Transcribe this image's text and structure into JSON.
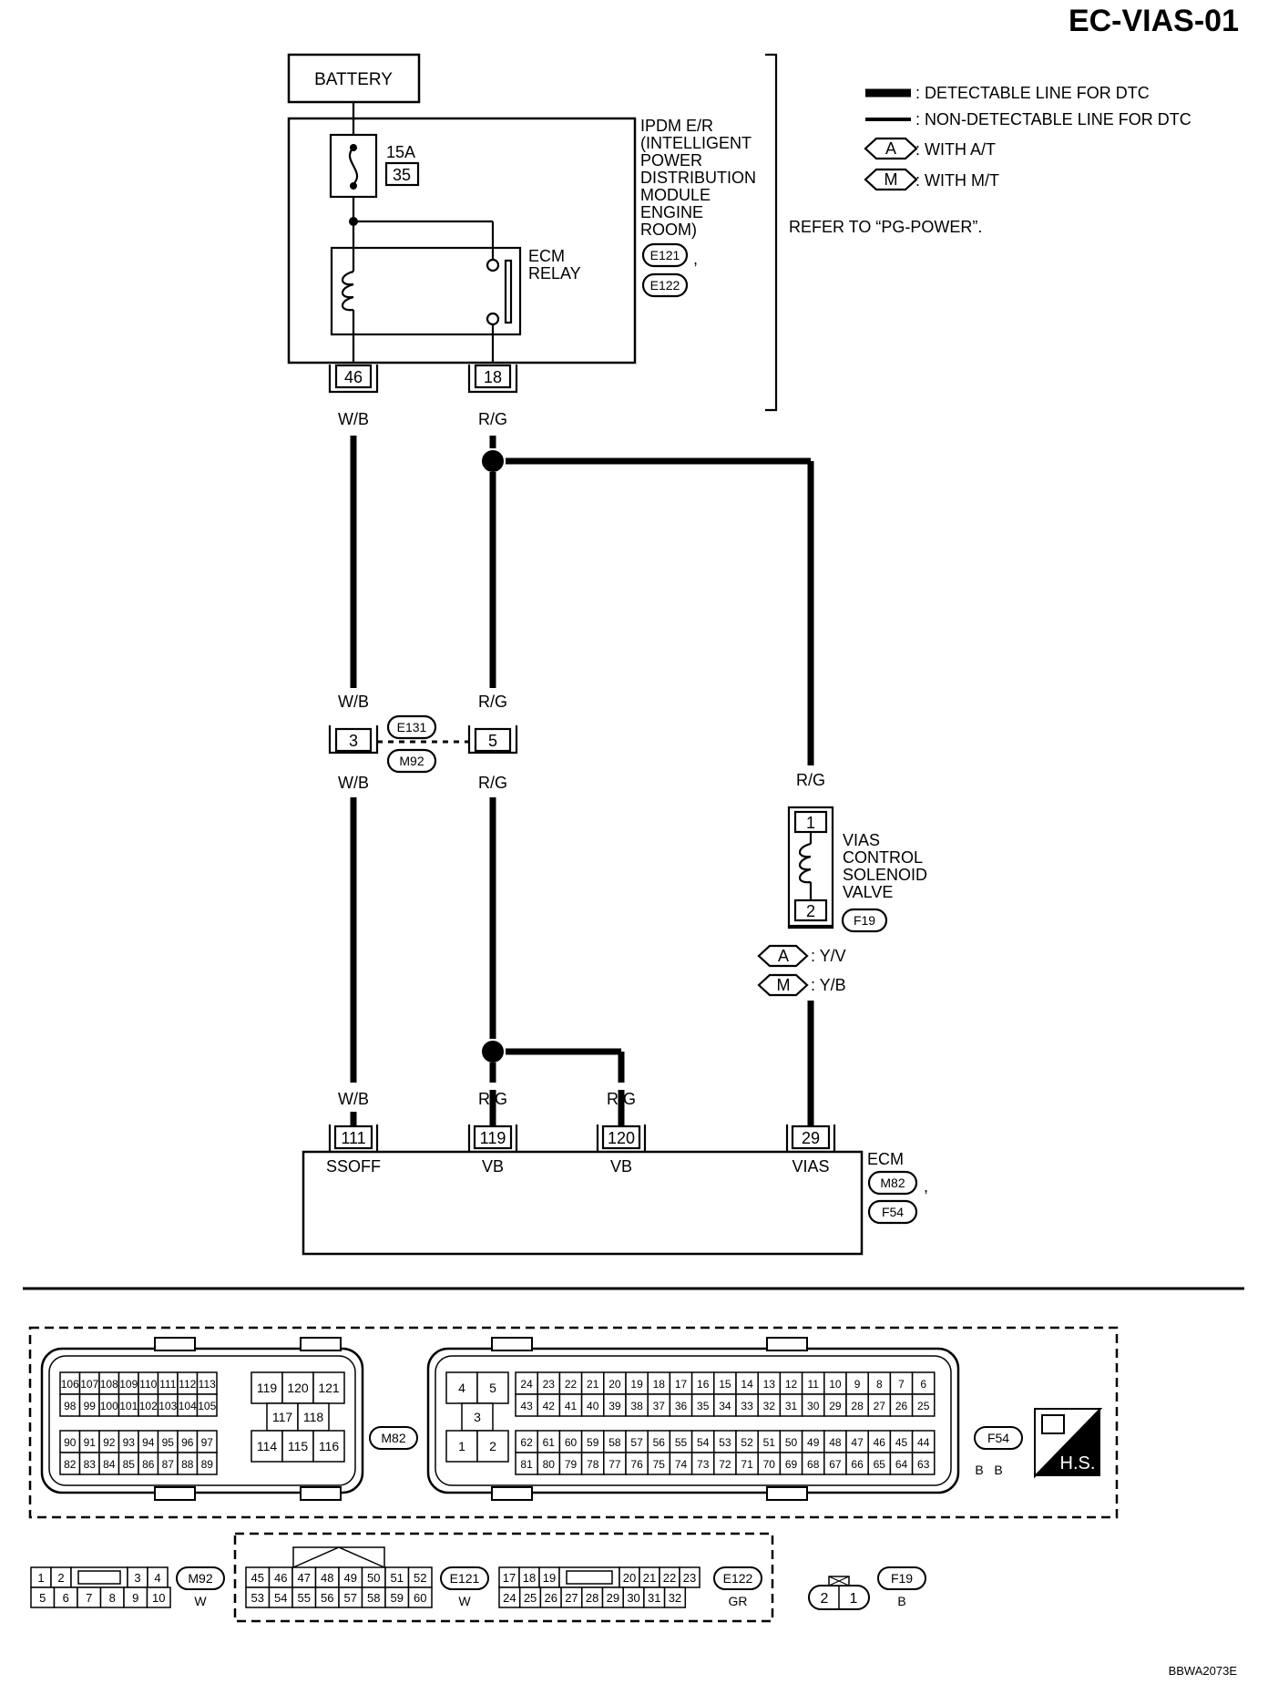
{
  "title": "EC-VIAS-01",
  "legend": {
    "detectable": ": DETECTABLE LINE FOR DTC",
    "non_detectable": ": NON-DETECTABLE LINE FOR DTC",
    "with_at_symbol": "A",
    "with_at": ": WITH A/T",
    "with_mt_symbol": "M",
    "with_mt": ": WITH M/T",
    "refer": "REFER TO “PG-POWER”."
  },
  "battery": "BATTERY",
  "fuse": {
    "rating": "15A",
    "number": "35"
  },
  "ipdm": {
    "lines": [
      "IPDM E/R",
      "(INTELLIGENT",
      "POWER",
      "DISTRIBUTION",
      "MODULE",
      "ENGINE",
      "ROOM)"
    ],
    "connectors": [
      "E121",
      "E122"
    ],
    "comma": ","
  },
  "ecm_relay": [
    "ECM",
    "RELAY"
  ],
  "terminals": {
    "ipdm_46": "46",
    "ipdm_18": "18",
    "joint_3": "3",
    "joint_5": "5",
    "sol_1": "1",
    "sol_2": "2",
    "ecm_111": "111",
    "ecm_119": "119",
    "ecm_120": "120",
    "ecm_29": "29"
  },
  "wire_colors": {
    "wb": "W/B",
    "rg": "R/G",
    "at_color": ": Y/V",
    "mt_color": ": Y/B",
    "at_symbol": "A",
    "mt_symbol": "M"
  },
  "joint_connectors": [
    "E131",
    "M92"
  ],
  "solenoid": {
    "lines": [
      "VIAS",
      "CONTROL",
      "SOLENOID",
      "VALVE"
    ],
    "connector": "F19"
  },
  "ecm": {
    "name": "ECM",
    "connectors": [
      "M82",
      "F54"
    ],
    "comma": ",",
    "pins": [
      "SSOFF",
      "VB",
      "VB",
      "VIAS"
    ]
  },
  "connector_views": {
    "m82": {
      "label": "M82",
      "color": "B",
      "top_rows": [
        [
          "106",
          "107",
          "108",
          "109",
          "110",
          "111",
          "112",
          "113"
        ],
        [
          "98",
          "99",
          "100",
          "101",
          "102",
          "103",
          "104",
          "105"
        ]
      ],
      "bot_rows": [
        [
          "90",
          "91",
          "92",
          "93",
          "94",
          "95",
          "96",
          "97"
        ],
        [
          "82",
          "83",
          "84",
          "85",
          "86",
          "87",
          "88",
          "89"
        ]
      ],
      "mid_top": [
        "119",
        "120",
        "121"
      ],
      "mid_mid": [
        "117",
        "118"
      ],
      "mid_bot": [
        "114",
        "115",
        "116"
      ]
    },
    "f54": {
      "label": "F54",
      "color": "B",
      "left_top": [
        "4",
        "5"
      ],
      "left_mid": "3",
      "left_bot": [
        "1",
        "2"
      ],
      "rows": [
        [
          "24",
          "23",
          "22",
          "21",
          "20",
          "19",
          "18",
          "17",
          "16",
          "15",
          "14",
          "13",
          "12",
          "11",
          "10",
          "9",
          "8",
          "7",
          "6"
        ],
        [
          "43",
          "42",
          "41",
          "40",
          "39",
          "38",
          "37",
          "36",
          "35",
          "34",
          "33",
          "32",
          "31",
          "30",
          "29",
          "28",
          "27",
          "26",
          "25"
        ],
        [
          "62",
          "61",
          "60",
          "59",
          "58",
          "57",
          "56",
          "55",
          "54",
          "53",
          "52",
          "51",
          "50",
          "49",
          "48",
          "47",
          "46",
          "45",
          "44"
        ],
        [
          "81",
          "80",
          "79",
          "78",
          "77",
          "76",
          "75",
          "74",
          "73",
          "72",
          "71",
          "70",
          "69",
          "68",
          "67",
          "66",
          "65",
          "64",
          "63"
        ]
      ]
    },
    "hs": "H.S.",
    "m92": {
      "label": "M92",
      "color": "W",
      "top": [
        "1",
        "2",
        "",
        "3",
        "4"
      ],
      "bot": [
        "5",
        "6",
        "7",
        "8",
        "9",
        "10"
      ]
    },
    "e121": {
      "label": "E121",
      "color": "W",
      "top": [
        "45",
        "46",
        "47",
        "48",
        "49",
        "50",
        "51",
        "52"
      ],
      "bot": [
        "53",
        "54",
        "55",
        "56",
        "57",
        "58",
        "59",
        "60"
      ]
    },
    "e122": {
      "label": "E122",
      "color": "GR",
      "top": [
        "17",
        "18",
        "19",
        "",
        "20",
        "21",
        "22",
        "23"
      ],
      "bot": [
        "24",
        "25",
        "26",
        "27",
        "28",
        "29",
        "30",
        "31",
        "32"
      ]
    },
    "f19": {
      "label": "F19",
      "color": "B",
      "pins": [
        "2",
        "1"
      ]
    }
  },
  "footer_code": "BBWA2073E"
}
